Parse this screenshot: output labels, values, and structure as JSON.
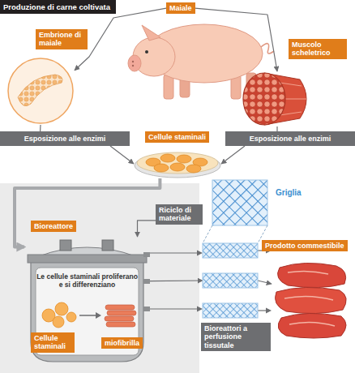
{
  "diagram": {
    "title": "Produzione di carne coltivata",
    "nodes": [
      {
        "text": [
          "Maiale"
        ]
      },
      {
        "text": [
          "Embrione di maiale"
        ]
      },
      {
        "text": [
          "Muscolo scheletrico"
        ]
      },
      {
        "text": [
          "Esposizione alle enzimi"
        ]
      },
      {
        "text": [
          "Esposizione alle enzimi"
        ]
      },
      {
        "text": [
          "Cellule staminali"
        ]
      },
      {
        "text": [
          "Bioreattore"
        ]
      },
      {
        "text": [
          "Riciclo di materiale"
        ]
      },
      {
        "text": [
          "Le cellule staminali proliferano e si differenziano"
        ],
        "in": 6
      },
      {
        "text": [
          "Cellule staminali"
        ],
        "in": 6
      },
      {
        "text": [
          "miofibrilla"
        ],
        "in": 6
      },
      {
        "text": [
          "Bioreattori a perfusione tissutale"
        ]
      },
      {
        "text": [
          "Prodotto commestibile"
        ]
      }
    ],
    "edges": [
      {
        "from": 0,
        "to": 1,
        "arrow": "to"
      },
      {
        "from": 0,
        "to": 2,
        "arrow": "to"
      },
      {
        "from": 1,
        "to": 3,
        "arrow": "none"
      },
      {
        "from": 2,
        "to": 4,
        "arrow": "none"
      },
      {
        "from": 3,
        "to": 5,
        "arrow": "to"
      },
      {
        "from": 4,
        "to": 5,
        "arrow": "to"
      },
      {
        "from": 5,
        "to": 6,
        "arrow": "to"
      },
      {
        "from": 7,
        "to": 6,
        "arrow": "to"
      },
      {
        "from": 9,
        "to": 10,
        "arrow": "to"
      },
      {
        "from": 6,
        "to": 11,
        "arrow": "to"
      },
      {
        "from": 11,
        "to": 12,
        "arrow": "to"
      }
    ],
    "labels": [
      "Griglia"
    ]
  }
}
